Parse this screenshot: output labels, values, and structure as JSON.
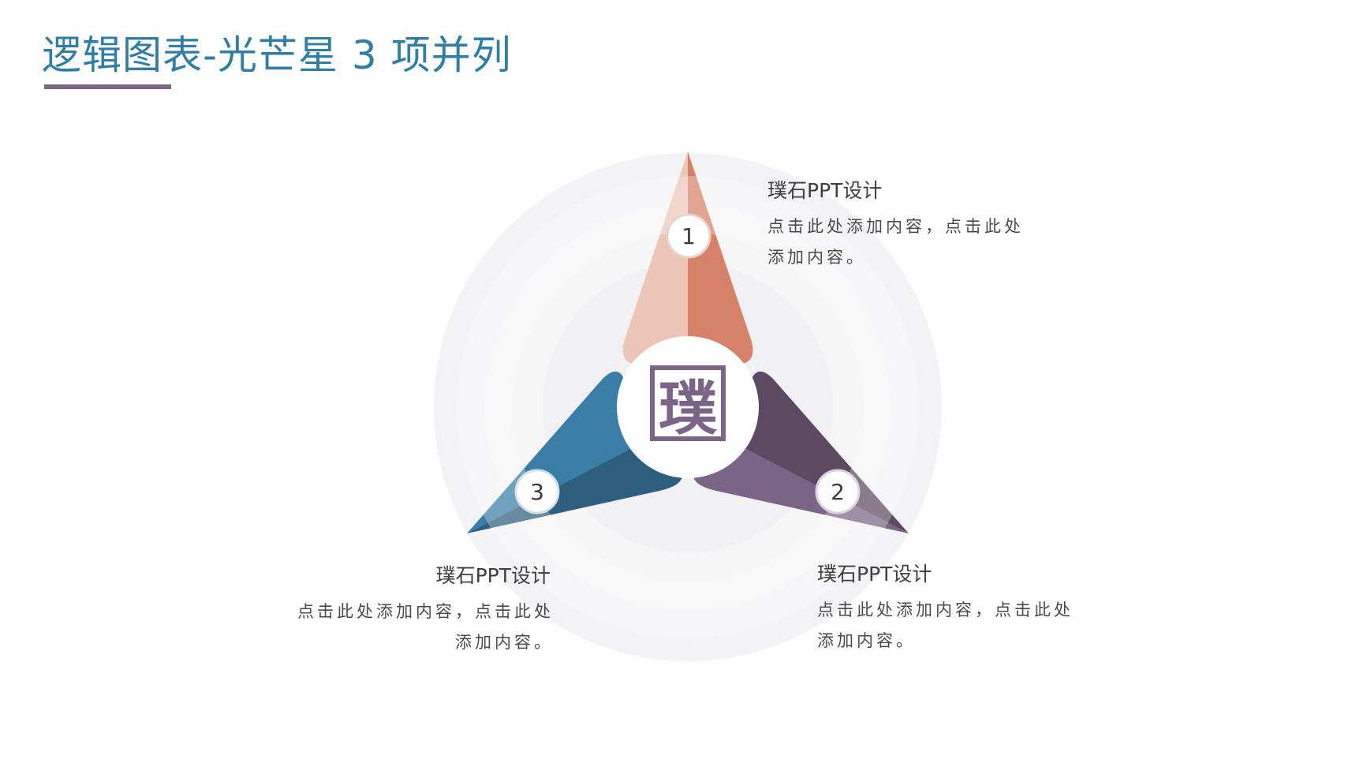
{
  "title": "逻辑图表-光芒星 3 项并列",
  "logo_char": "璞",
  "colors": {
    "title": "#2e7ea6",
    "underline": "#7a6586",
    "orange": "#d6826a",
    "orange_light": "#ecc4b8",
    "purple": "#7a6586",
    "purple_dark": "#5c4a62",
    "blue": "#3a7ea8",
    "blue_dark": "#2e5f7f"
  },
  "items": [
    {
      "number": "1",
      "heading": "璞石PPT设计",
      "body_line1": "点击此处添加内容，点击此处",
      "body_line2": "添加内容。"
    },
    {
      "number": "2",
      "heading": "璞石PPT设计",
      "body_line1": "点击此处添加内容，点击此处",
      "body_line2": "添加内容。"
    },
    {
      "number": "3",
      "heading": "璞石PPT设计",
      "body_line1": "点击此处添加内容，点击此处",
      "body_line2": "添加内容。"
    }
  ]
}
